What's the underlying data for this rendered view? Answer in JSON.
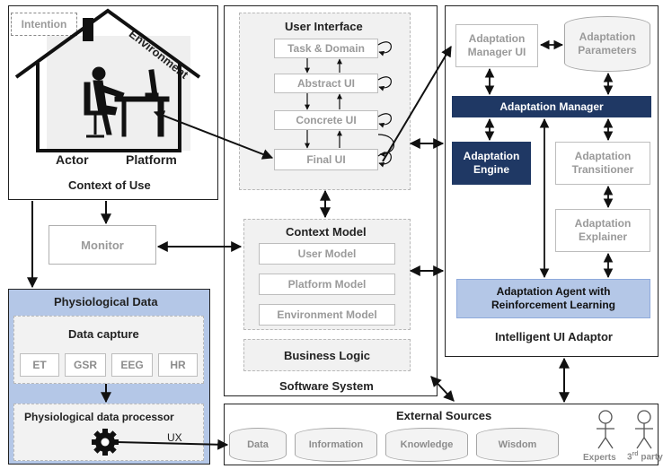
{
  "context_of_use": {
    "intention": "Intention",
    "environment": "Environment",
    "actor": "Actor",
    "platform": "Platform",
    "title": "Context of Use"
  },
  "monitor": {
    "label": "Monitor"
  },
  "physiological": {
    "title": "Physiological Data",
    "data_capture": "Data capture",
    "sensors": [
      "ET",
      "GSR",
      "EEG",
      "HR"
    ],
    "processor": "Physiological data processor",
    "ux": "UX"
  },
  "software_system": {
    "title": "Software System",
    "user_interface": "User Interface",
    "ui_levels": [
      "Task & Domain",
      "Abstract UI",
      "Concrete UI",
      "Final UI"
    ],
    "context_model": "Context Model",
    "models": [
      "User Model",
      "Platform Model",
      "Environment Model"
    ],
    "business_logic": "Business Logic"
  },
  "adaptor": {
    "title": "Intelligent UI Adaptor",
    "manager_ui": "Adaptation Manager UI",
    "parameters": "Adaptation Parameters",
    "manager": "Adaptation Manager",
    "engine": "Adaptation Engine",
    "transitioner": "Adaptation Transitioner",
    "explainer": "Adaptation Explainer",
    "agent": "Adaptation Agent with Reinforcement Learning"
  },
  "external": {
    "title": "External Sources",
    "stores": [
      "Data",
      "Information",
      "Knowledge",
      "Wisdom"
    ],
    "experts": "Experts",
    "third_party_main": "3",
    "third_party_sup": "rd",
    "third_party_rest": " party"
  },
  "colors": {
    "dark_blue": "#1f3864",
    "light_blue": "#b4c7e7",
    "grey_border": "#b8b8b8"
  }
}
